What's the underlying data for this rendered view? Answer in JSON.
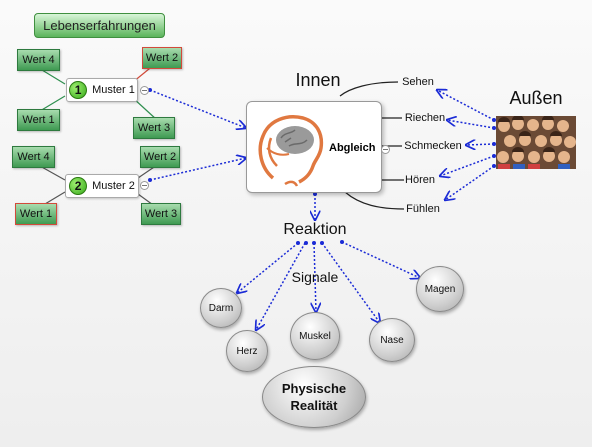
{
  "title": "Lebenserfahrungen",
  "patterns": [
    {
      "number": "1",
      "label": "Muster 1",
      "values": [
        "Wert 4",
        "Wert 1",
        "Wert 2",
        "Wert 3"
      ]
    },
    {
      "number": "2",
      "label": "Muster 2",
      "values": [
        "Wert 4",
        "Wert 1",
        "Wert 2",
        "Wert 3"
      ]
    }
  ],
  "center": {
    "label": "Abgleich"
  },
  "inner_label": "Innen",
  "outer_label": "Außen",
  "senses": [
    "Sehen",
    "Riechen",
    "Schmecken",
    "Hören",
    "Fühlen"
  ],
  "reaction": "Reaktion",
  "signals": "Signale",
  "organs": [
    "Darm",
    "Herz",
    "Muskel",
    "Nase",
    "Magen"
  ],
  "physical_reality": {
    "line1": "Physische",
    "line2": "Realität"
  },
  "colors": {
    "green_node": "#3f9a52",
    "red_border": "#d24a3a",
    "dotted_arrow": "#1b2bd6",
    "brain_orange": "#e07840"
  }
}
